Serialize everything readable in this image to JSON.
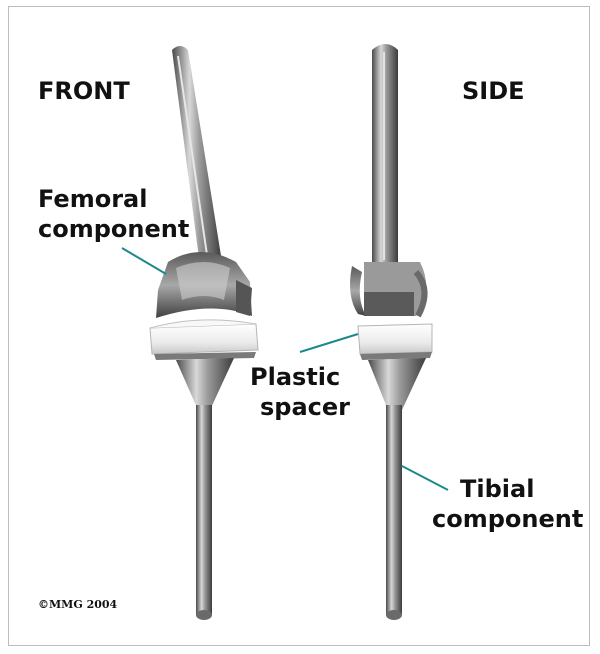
{
  "views": {
    "front_label": "FRONT",
    "side_label": "SIDE"
  },
  "callouts": {
    "femoral_line1": "Femoral",
    "femoral_line2": "component",
    "plastic_line1": "Plastic",
    "plastic_line2": "spacer",
    "tibial_line1": "Tibial",
    "tibial_line2": "component"
  },
  "copyright": "©MMG 2004",
  "colors": {
    "leader_line": "#1a8a8a",
    "metal": "#8a8a8a",
    "plastic": "#f2f2f2"
  }
}
